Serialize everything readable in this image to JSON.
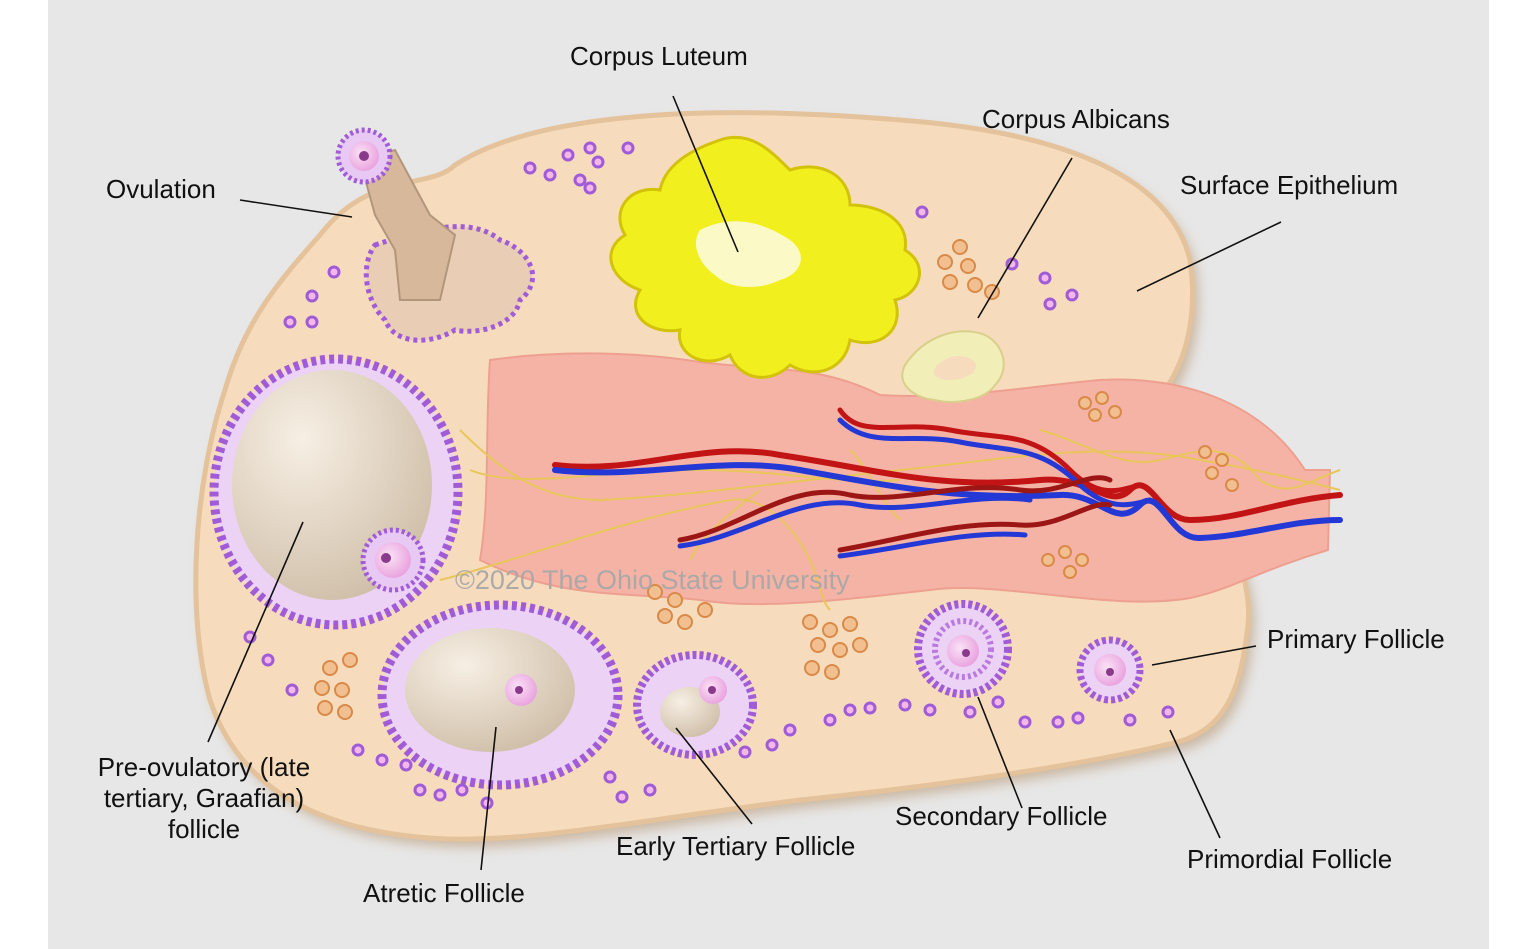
{
  "labels": {
    "corpus_luteum": "Corpus Luteum",
    "corpus_albicans": "Corpus Albicans",
    "surface_epithelium": "Surface Epithelium",
    "ovulation": "Ovulation",
    "pre_ovulatory": [
      "Pre-ovulatory (late",
      "tertiary, Graafian)",
      "follicle"
    ],
    "atretic_follicle": "Atretic Follicle",
    "early_tertiary_follicle": "Early Tertiary Follicle",
    "secondary_follicle": "Secondary Follicle",
    "primordial_follicle": "Primordial Follicle",
    "primary_follicle": "Primary Follicle"
  },
  "watermark": "©2020 The Ohio State University",
  "colors": {
    "background": "#e7e7e7",
    "ovary_stroma": "#f6dcbc",
    "medulla": "#f5b3a6",
    "granulosa": "#a05bd6",
    "oocyte": "#f3b8e8",
    "corpus_luteum": "#f2ef1e",
    "corpus_albicans": "#f1eeb8",
    "artery": "#c21414",
    "vein": "#2438d6",
    "nerve": "#e8c65a"
  }
}
